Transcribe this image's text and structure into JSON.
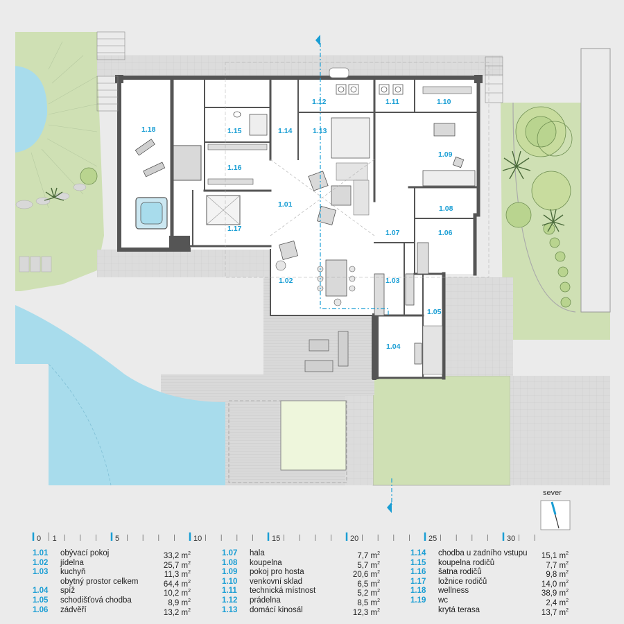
{
  "rooms": [
    {
      "num": "1.01",
      "name": "obývací pokoj",
      "area": "33,2"
    },
    {
      "num": "1.02",
      "name": "jídelna",
      "area": "25,7"
    },
    {
      "num": "1.03",
      "name": "kuchyň",
      "area": "11,3"
    },
    {
      "num": "",
      "name": "obytný prostor celkem",
      "area": "64,4"
    },
    {
      "num": "1.04",
      "name": "spíž",
      "area": "10,2"
    },
    {
      "num": "1.05",
      "name": "schodišťová chodba",
      "area": "8,9"
    },
    {
      "num": "1.06",
      "name": "zádvěří",
      "area": "13,2"
    },
    {
      "num": "1.07",
      "name": "hala",
      "area": "7,7"
    },
    {
      "num": "1.08",
      "name": "koupelna",
      "area": "5,7"
    },
    {
      "num": "1.09",
      "name": "pokoj pro hosta",
      "area": "20,6"
    },
    {
      "num": "1.10",
      "name": "venkovní sklad",
      "area": "6,5"
    },
    {
      "num": "1.11",
      "name": "technická místnost",
      "area": "5,2"
    },
    {
      "num": "1.12",
      "name": "prádelna",
      "area": "8,5"
    },
    {
      "num": "1.13",
      "name": "domácí kinosál",
      "area": "12,3"
    },
    {
      "num": "1.14",
      "name": "chodba u zadního vstupu",
      "area": "15,1"
    },
    {
      "num": "1.15",
      "name": "koupelna rodičů",
      "area": "7,7"
    },
    {
      "num": "1.16",
      "name": "šatna rodičů",
      "area": "9,8"
    },
    {
      "num": "1.17",
      "name": "ložnice rodičů",
      "area": "14,0"
    },
    {
      "num": "1.18",
      "name": "wellness",
      "area": "38,9"
    },
    {
      "num": "1.19",
      "name": "wc",
      "area": "2,4"
    },
    {
      "num": "",
      "name": "krytá terasa",
      "area": "13,7"
    }
  ],
  "unit": "m",
  "plan_labels": {
    "r101": "1.01",
    "r102": "1.02",
    "r103": "1.03",
    "r104": "1.04",
    "r105": "1.05",
    "r106": "1.06",
    "r107": "1.07",
    "r108": "1.08",
    "r109": "1.09",
    "r110": "1.10",
    "r111": "1.11",
    "r112": "1.12",
    "r113": "1.13",
    "r114": "1.14",
    "r115": "1.15",
    "r116": "1.16",
    "r117": "1.17",
    "r118": "1.18"
  },
  "scale": {
    "ticks": [
      "0",
      "1",
      "5",
      "10",
      "15",
      "20",
      "25",
      "30"
    ]
  },
  "north_label": "sever",
  "colors": {
    "accent": "#1a9ed4",
    "wall": "#555555",
    "garden": "#cfe0b4",
    "pool": "#a8dcec",
    "floor": "#ffffff",
    "terrace": "#d6d6d6",
    "ground": "#ebebeb"
  }
}
